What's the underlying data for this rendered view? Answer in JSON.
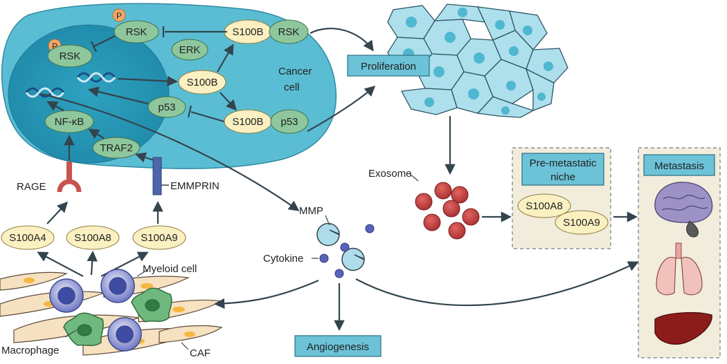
{
  "colors": {
    "cell_fill": "#5bbdd3",
    "nucleus_fill": "#2c9fbd",
    "green_pill": "#8fc79c",
    "yellow_pill": "#fbf0c2",
    "arrow": "#33444d",
    "niche_bg": "#f1ecdc",
    "label_box": "#6cc3d8",
    "exosome": "#c3403f"
  },
  "labels": {
    "cancer_cell": [
      "Cancer",
      "cell"
    ],
    "proliferation": "Proliferation",
    "exosome": "Exosome",
    "pre_metastatic_niche": [
      "Pre-metastatic",
      "niche"
    ],
    "metastasis": "Metastasis",
    "rage": "RAGE",
    "emmprin": "EMMPRIN",
    "mmp": "MMP",
    "cytokine": "Cytokine",
    "myeloid_cell": "Myeloid cell",
    "macrophage": "Macrophage",
    "caf": "CAF",
    "angiogenesis": "Angiogenesis",
    "phospho": "P"
  },
  "proteins": {
    "rsk": "RSK",
    "erk": "ERK",
    "s100b": "S100B",
    "p53": "p53",
    "nfkb": "NF-κB",
    "traf2": "TRAF2",
    "s100a4": "S100A4",
    "s100a8": "S100A8",
    "s100a9": "S100A9"
  }
}
